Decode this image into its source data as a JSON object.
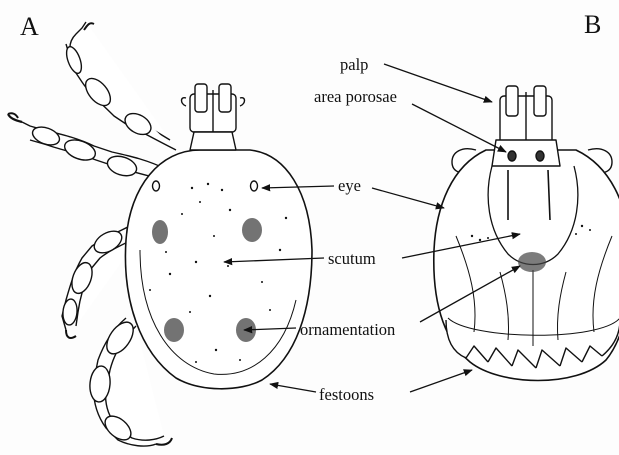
{
  "panels": {
    "a_label": "A",
    "b_label": "B"
  },
  "labels": {
    "palp": "palp",
    "area_porosae": "area porosae",
    "eye": "eye",
    "scutum": "scutum",
    "ornamentation": "ornamentation",
    "festoons": "festoons"
  },
  "colors": {
    "ink": "#111111",
    "background": "#fdfdfd"
  }
}
